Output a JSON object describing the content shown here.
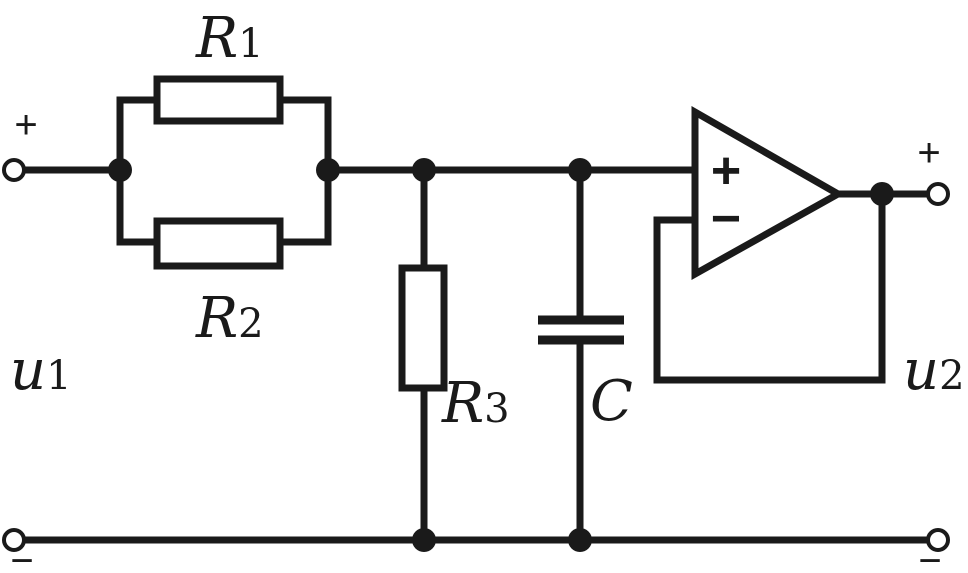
{
  "labels": {
    "r1": {
      "main": "R",
      "sub": "1"
    },
    "r2": {
      "main": "R",
      "sub": "2"
    },
    "r3": {
      "main": "R",
      "sub": "3"
    },
    "c": "C",
    "u1": {
      "main": "u",
      "sub": "1"
    },
    "u2": {
      "main": "u",
      "sub": "2"
    }
  },
  "polarity": {
    "input_plus": "+",
    "output_plus": "+",
    "input_minus": "−",
    "output_minus": "−"
  },
  "opamp": {
    "noninverting": "+",
    "inverting": "−"
  }
}
